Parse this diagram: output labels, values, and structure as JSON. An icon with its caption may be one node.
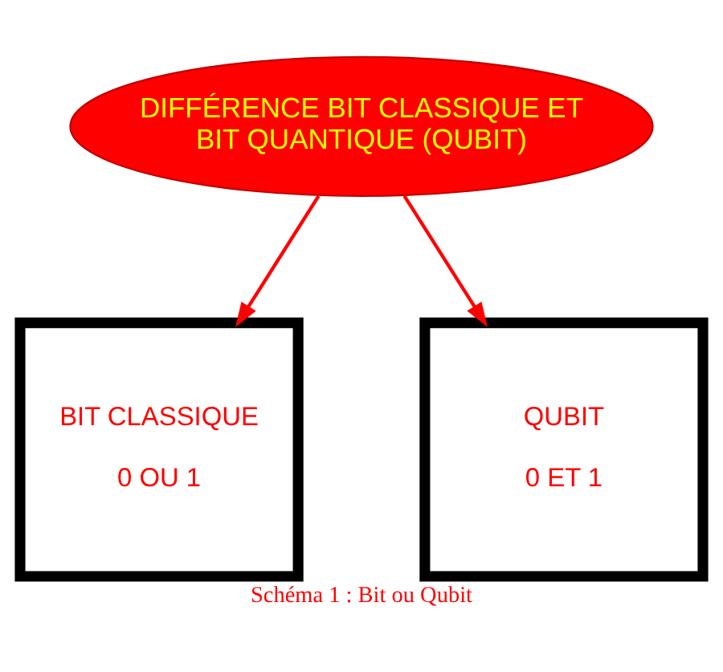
{
  "diagram": {
    "caption": "Schéma 1 : Bit ou Qubit",
    "nodes": [
      {
        "text": [
          "DIFFÉRENCE BIT CLASSIQUE ET BIT QUANTIQUE (QUBIT)"
        ]
      },
      {
        "text": [
          "BIT CLASSIQUE",
          "0 OU 1"
        ]
      },
      {
        "text": [
          "QUBIT",
          "0 ET 1"
        ]
      }
    ],
    "edges": [
      {
        "from": 0,
        "to": 1,
        "arrow": "to"
      },
      {
        "from": 0,
        "to": 2,
        "arrow": "to"
      }
    ]
  }
}
